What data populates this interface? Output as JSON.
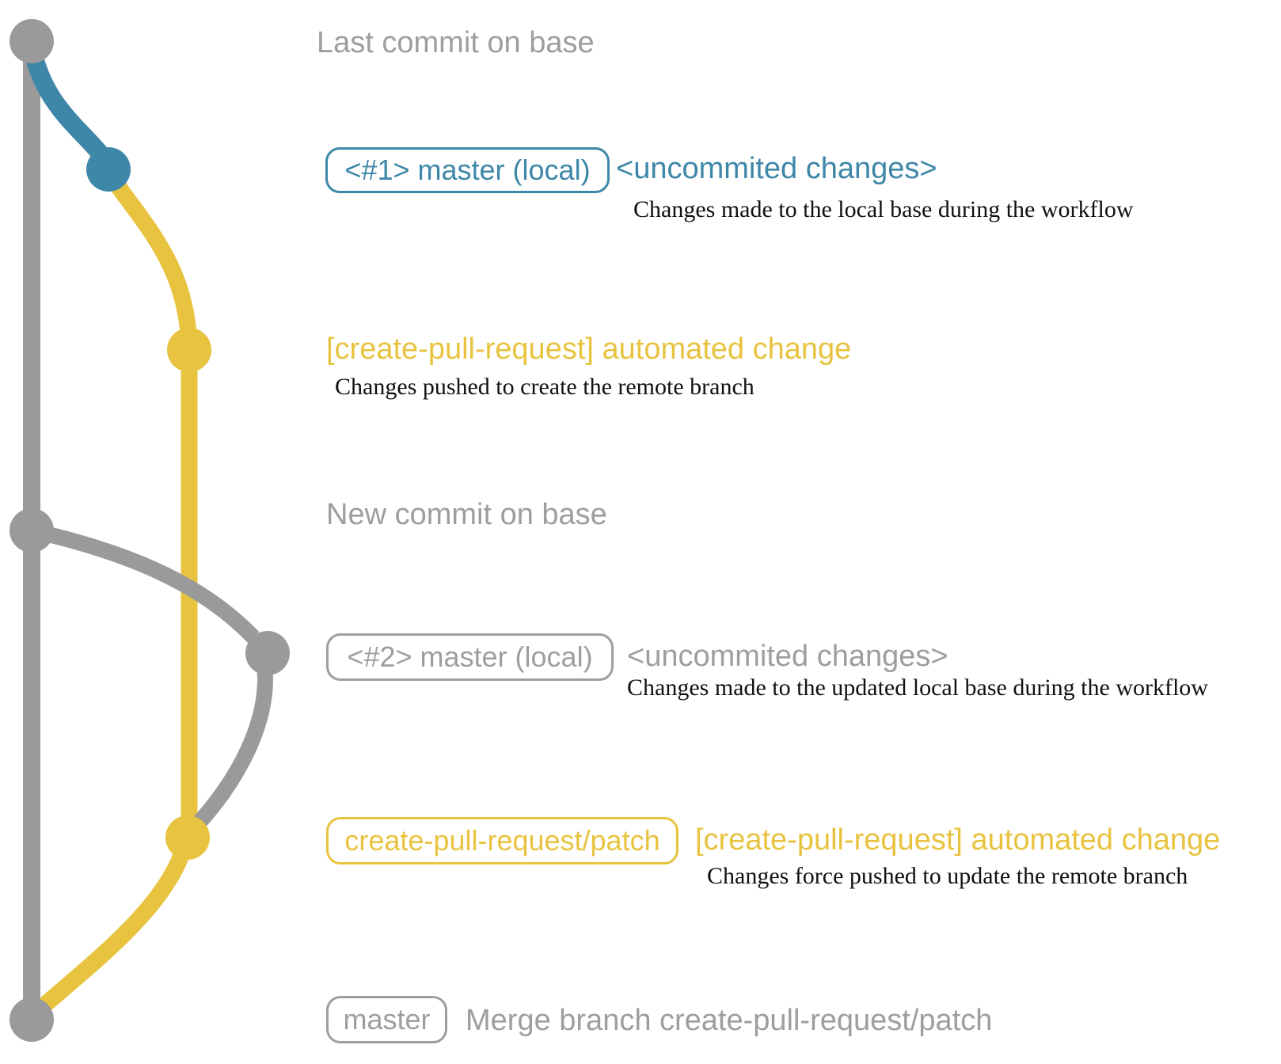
{
  "colors": {
    "base_gray": "#9a9a9a",
    "muted_text": "#9e9e9e",
    "branch_blue": "#3e87a8",
    "branch_yellow": "#e8c33f",
    "text_black": "#111111"
  },
  "rows": {
    "row1": {
      "label": "Last commit on base"
    },
    "row2": {
      "branch_label": "<#1> master (local)",
      "status": "<uncommited changes>",
      "description": "Changes made to the local base during the workflow"
    },
    "row3": {
      "commit_message": "[create-pull-request] automated change",
      "description": "Changes pushed to create the remote branch"
    },
    "row4": {
      "label": "New commit on base"
    },
    "row5": {
      "branch_label": "<#2> master (local)",
      "status": "<uncommited changes>",
      "description": "Changes made to the updated local base during the workflow"
    },
    "row6": {
      "branch_label": "create-pull-request/patch",
      "commit_message": "[create-pull-request] automated change",
      "description": "Changes force pushed to update the remote branch"
    },
    "row7": {
      "branch_label": "master",
      "commit_message": "Merge branch create-pull-request/patch"
    }
  }
}
